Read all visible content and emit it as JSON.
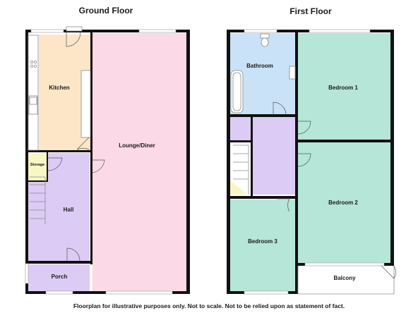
{
  "floors": {
    "ground": {
      "title": "Ground Floor"
    },
    "first": {
      "title": "First Floor"
    }
  },
  "rooms": {
    "kitchen": {
      "label": "Kitchen",
      "color": "#fde5c8"
    },
    "lounge_diner": {
      "label": "Lounge/Diner",
      "color": "#fbd9e6"
    },
    "storage": {
      "label": "Storage",
      "color": "#f8f6c4"
    },
    "hall": {
      "label": "Hall",
      "color": "#dccbf4"
    },
    "porch": {
      "label": "Porch",
      "color": "#dccbf4"
    },
    "bathroom": {
      "label": "Bathroom",
      "color": "#c9e2f7"
    },
    "bedroom1": {
      "label": "Bedroom 1",
      "color": "#b5e6d8"
    },
    "bedroom2": {
      "label": "Bedroom 2",
      "color": "#b5e6d8"
    },
    "bedroom3": {
      "label": "Bedroom 3",
      "color": "#b5e6d8"
    },
    "landing": {
      "label": "",
      "color": "#dccbf4"
    },
    "balcony": {
      "label": "Balcony",
      "color": "#ffffff"
    }
  },
  "disclaimer": "Floorplan for illustrative purposes only. Not to scale. Not to be relied upon as statement of fact."
}
